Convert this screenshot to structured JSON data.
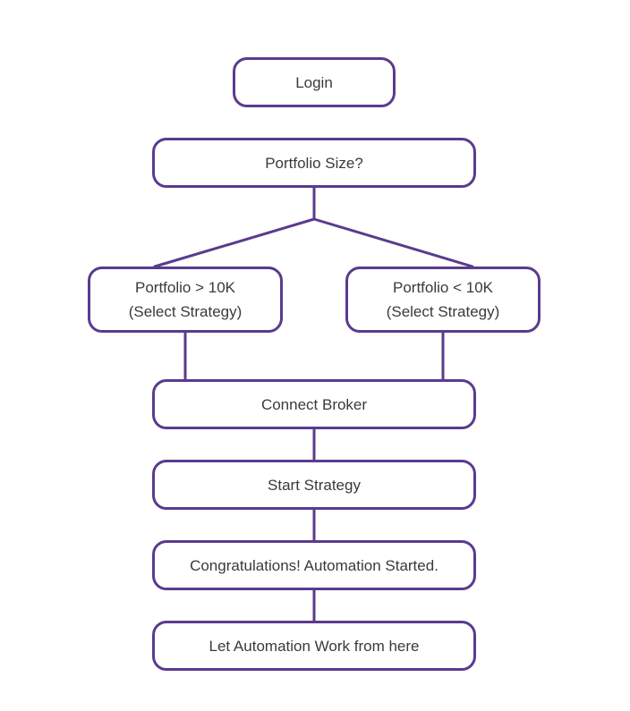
{
  "diagram": {
    "accent_color": "#5b3a8e",
    "text_color": "#3a3a3a",
    "nodes": {
      "login": {
        "label": "Login"
      },
      "portfolio_size": {
        "label": "Portfolio Size?"
      },
      "portfolio_gt_10k": {
        "line1": "Portfolio > 10K",
        "line2": "(Select Strategy)"
      },
      "portfolio_lt_10k": {
        "line1": "Portfolio < 10K",
        "line2": "(Select Strategy)"
      },
      "connect_broker": {
        "label": "Connect Broker"
      },
      "start_strategy": {
        "label": "Start Strategy"
      },
      "automation_started": {
        "label": "Congratulations! Automation Started."
      },
      "let_automation_work": {
        "label": "Let Automation Work from here"
      }
    },
    "edges": [
      {
        "from": "portfolio_size",
        "to": "portfolio_gt_10k"
      },
      {
        "from": "portfolio_size",
        "to": "portfolio_lt_10k"
      },
      {
        "from": "portfolio_gt_10k",
        "to": "connect_broker"
      },
      {
        "from": "portfolio_lt_10k",
        "to": "connect_broker"
      },
      {
        "from": "connect_broker",
        "to": "start_strategy"
      },
      {
        "from": "start_strategy",
        "to": "automation_started"
      },
      {
        "from": "automation_started",
        "to": "let_automation_work"
      }
    ]
  }
}
